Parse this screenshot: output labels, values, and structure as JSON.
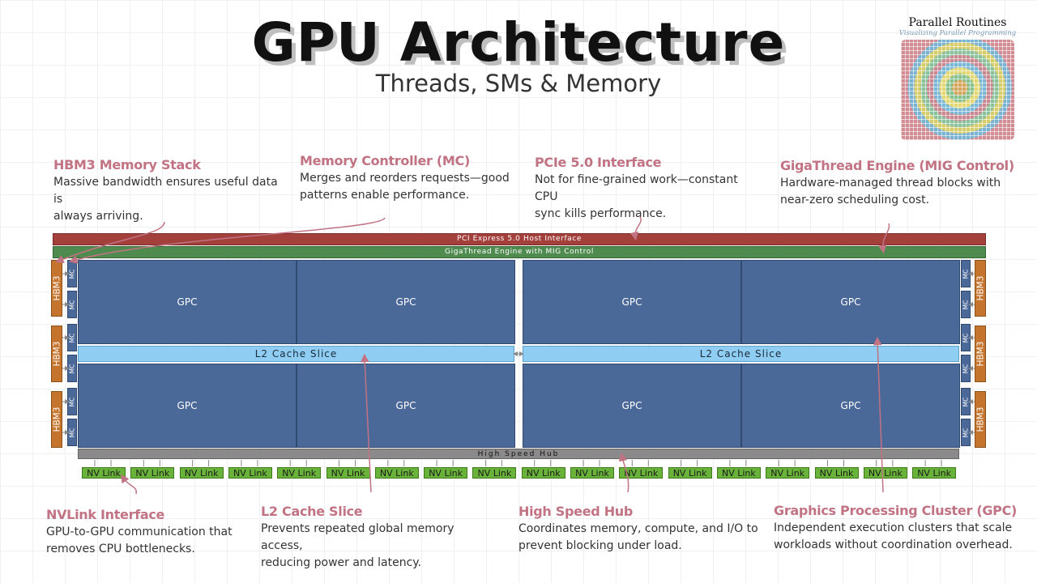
{
  "header": {
    "title": "GPU Architecture",
    "subtitle": "Threads, SMs & Memory"
  },
  "brand": {
    "name": "Parallel Routines",
    "tagline": "Visualizing Parallel Programming"
  },
  "callouts": {
    "hbm": {
      "title": "HBM3 Memory Stack",
      "desc1": "Massive bandwidth ensures useful data is",
      "desc2": "always arriving."
    },
    "mc": {
      "title": "Memory Controller (MC)",
      "desc1": "Merges and reorders requests—good",
      "desc2": "patterns enable performance."
    },
    "pcie": {
      "title": "PCIe 5.0 Interface",
      "desc1": "Not for fine-grained work—constant CPU",
      "desc2": "sync kills performance."
    },
    "gigathread": {
      "title": "GigaThread Engine (MIG Control)",
      "desc1": "Hardware-managed thread blocks with",
      "desc2": "near-zero scheduling cost."
    },
    "nvlink": {
      "title": "NVLink Interface",
      "desc1": "GPU-to-GPU communication that",
      "desc2": "removes CPU bottlenecks."
    },
    "l2": {
      "title": "L2 Cache Slice",
      "desc1": "Prevents repeated global memory access,",
      "desc2": "reducing power and latency."
    },
    "hub": {
      "title": "High Speed Hub",
      "desc1": "Coordinates memory, compute, and I/O to",
      "desc2": "prevent blocking under load."
    },
    "gpc": {
      "title": "Graphics Processing Cluster (GPC)",
      "desc1": "Independent execution clusters that scale",
      "desc2": "workloads without coordination overhead."
    }
  },
  "diagram": {
    "pcie_bar": "PCI Express 5.0 Host Interface",
    "gigathread_bar": "GigaThread Engine with MIG Control",
    "gpc_label": "GPC",
    "l2_label": "L2 Cache Slice",
    "hub_label": "High Speed Hub",
    "mc_label": "MC",
    "hbm_label": "HBM3",
    "nvlink_label": "NV Link",
    "nvlink_count": 18
  },
  "colors": {
    "pcie": "#a3403c",
    "gigathread": "#4f8a4e",
    "gpc": "#4a6898",
    "l2": "#8fcdf3",
    "hbm": "#c4742c",
    "nvlink": "#6ab33a",
    "hub": "#8a8a8a",
    "accent": "#c27383"
  }
}
